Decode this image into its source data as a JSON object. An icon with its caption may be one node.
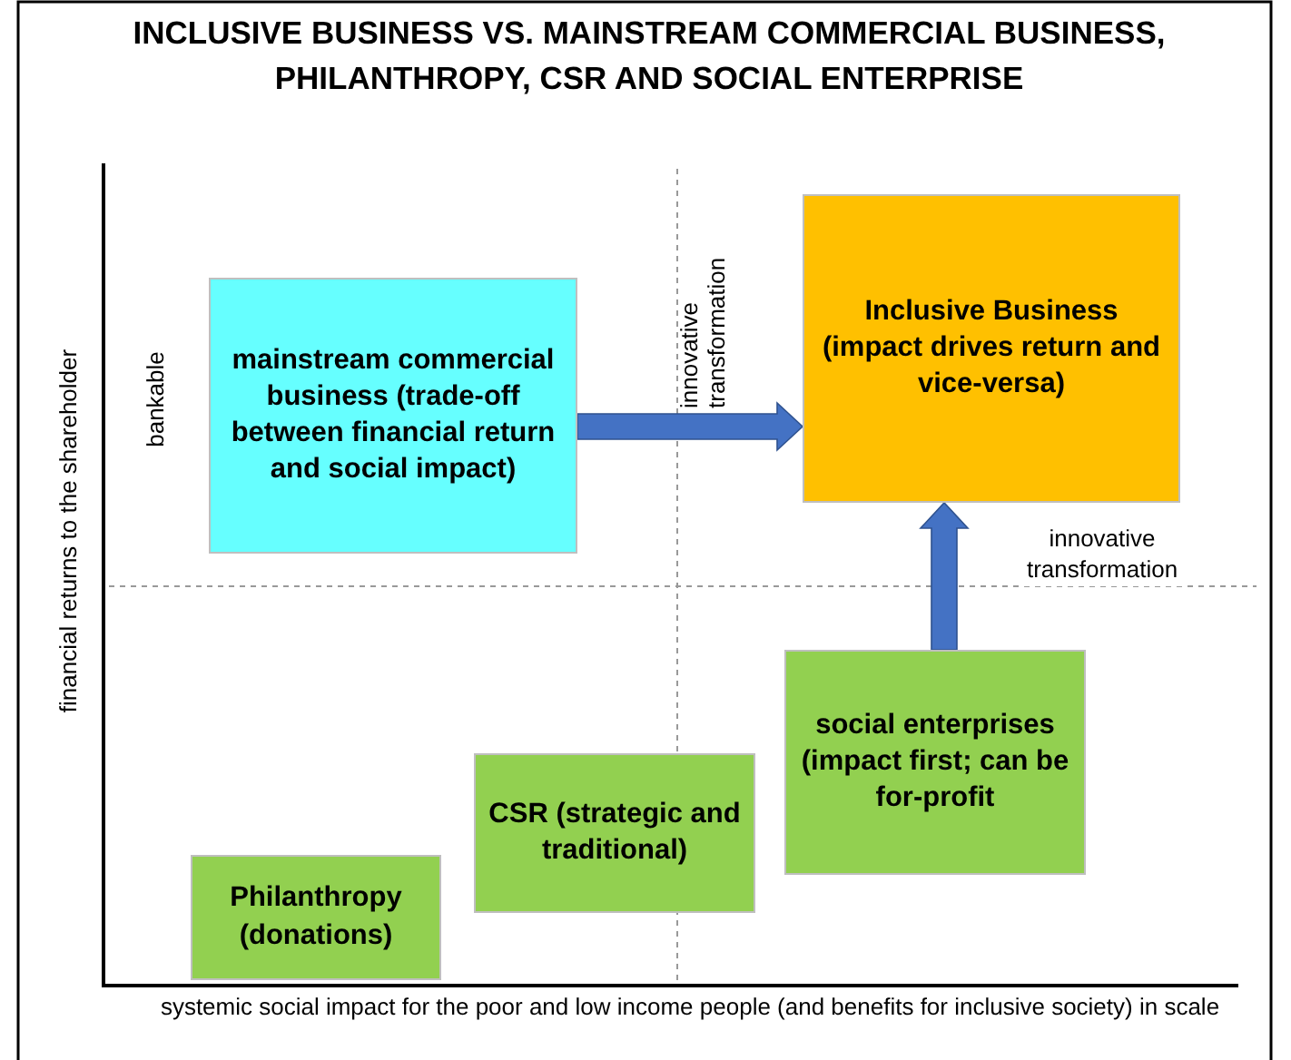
{
  "diagram": {
    "title": "INCLUSIVE BUSINESS VS. MAINSTREAM COMMERCIAL BUSINESS, PHILANTHROPY, CSR AND SOCIAL ENTERPRISE",
    "nodes": [
      {
        "text": [
          "mainstream commercial business (trade-off between financial return and social impact)"
        ]
      },
      {
        "text": [
          "Inclusive Business (impact drives return and vice-versa)"
        ]
      },
      {
        "text": [
          "social enterprises (impact first; can be for-profit"
        ]
      },
      {
        "text": [
          "CSR (strategic and traditional)"
        ]
      },
      {
        "text": [
          "Philanthropy (donations)"
        ]
      }
    ],
    "edges": [
      {
        "from": 0,
        "to": 1,
        "arrow": "to",
        "label": "innovative transformation",
        "style": "thick",
        "color": "#4472c4"
      },
      {
        "from": 2,
        "to": 1,
        "arrow": "to",
        "label": "innovative transformation",
        "style": "thick",
        "color": "#4472c4"
      }
    ],
    "labels": [
      "bankable",
      "financial returns  to the shareholder",
      "systemic social impact for the poor and low income people (and benefits for inclusive society) in scale"
    ]
  }
}
